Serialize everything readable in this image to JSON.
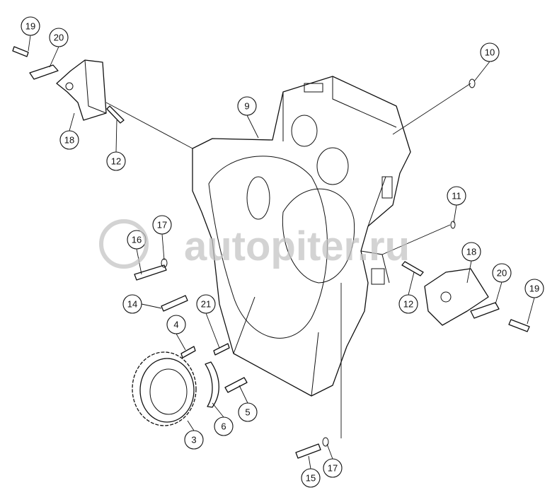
{
  "diagram": {
    "title": "Flywheel housing exploded view",
    "watermark": "autopiter.ru",
    "callouts": [
      {
        "id": "c19a",
        "label": "19"
      },
      {
        "id": "c20a",
        "label": "20"
      },
      {
        "id": "c18a",
        "label": "18"
      },
      {
        "id": "c12a",
        "label": "12"
      },
      {
        "id": "c9",
        "label": "9"
      },
      {
        "id": "c10",
        "label": "10"
      },
      {
        "id": "c11",
        "label": "11"
      },
      {
        "id": "c17a",
        "label": "17"
      },
      {
        "id": "c16",
        "label": "16"
      },
      {
        "id": "c18b",
        "label": "18"
      },
      {
        "id": "c20b",
        "label": "20"
      },
      {
        "id": "c19b",
        "label": "19"
      },
      {
        "id": "c14",
        "label": "14"
      },
      {
        "id": "c12b",
        "label": "12"
      },
      {
        "id": "c21",
        "label": "21"
      },
      {
        "id": "c4",
        "label": "4"
      },
      {
        "id": "c5",
        "label": "5"
      },
      {
        "id": "c3",
        "label": "3"
      },
      {
        "id": "c6",
        "label": "6"
      },
      {
        "id": "c15",
        "label": "15"
      },
      {
        "id": "c17b",
        "label": "17"
      }
    ]
  }
}
